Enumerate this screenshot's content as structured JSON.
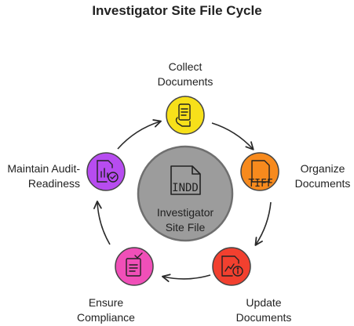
{
  "title": "Investigator Site File Cycle",
  "center": {
    "label_line1": "Investigator",
    "label_line2": "Site File",
    "file_badge": "INDD"
  },
  "steps": [
    {
      "line1": "Collect",
      "line2": "Documents",
      "color": "#f7e01a",
      "icon": "clipboard-hand-icon"
    },
    {
      "line1": "Organize",
      "line2": "Documents",
      "color": "#f78a1d",
      "icon": "tiff-file-icon",
      "file_badge": "TIFF"
    },
    {
      "line1": "Update",
      "line2": "Documents",
      "color": "#f2402f",
      "icon": "chart-info-icon"
    },
    {
      "line1": "Ensure",
      "line2": "Compliance",
      "color": "#f04fb8",
      "icon": "checklist-icon"
    },
    {
      "line1": "Maintain Audit-",
      "line2": "Readiness",
      "color": "#b74cf0",
      "icon": "chart-check-icon"
    }
  ],
  "colors": {
    "center_fill": "#9c9c9c",
    "arrow": "#2a2a2a"
  }
}
